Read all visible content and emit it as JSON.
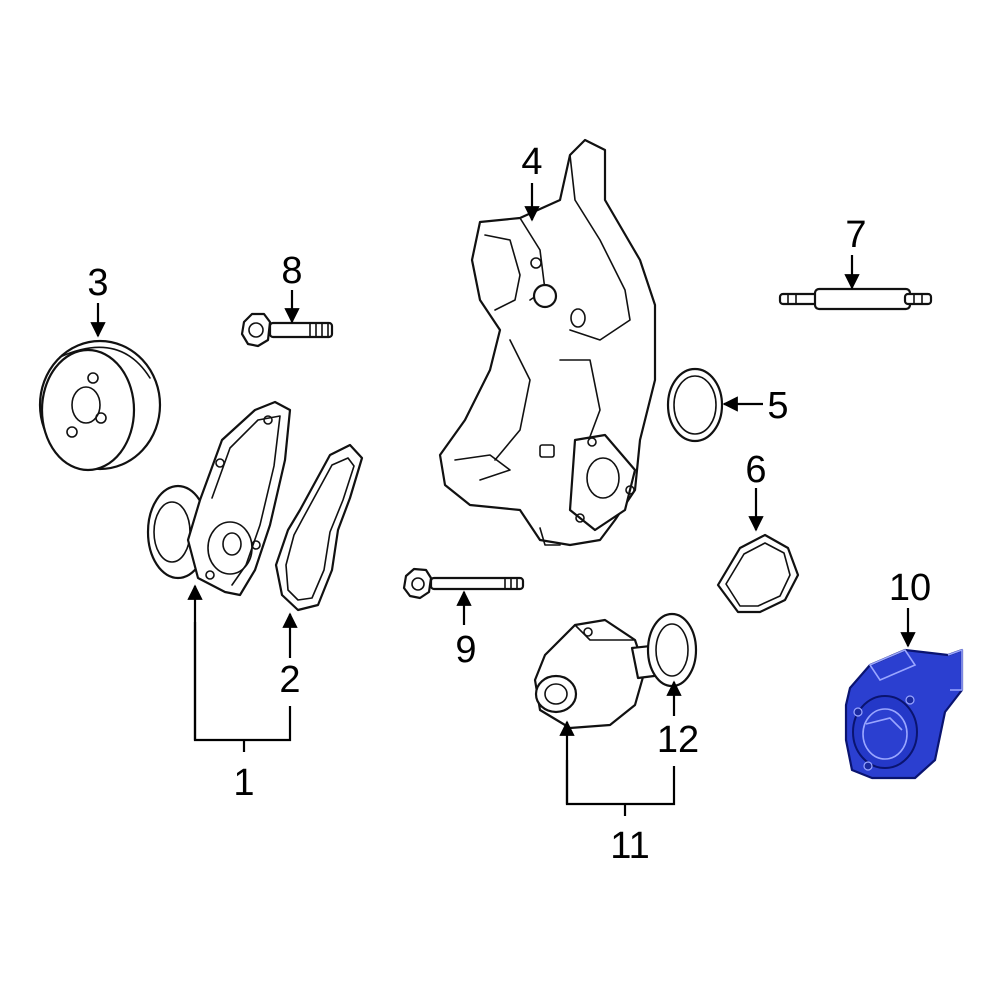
{
  "colors": {
    "line": "#111111",
    "highlight": "#2b3fd0",
    "highlight_stroke": "#0a1470",
    "background": "#ffffff"
  },
  "callouts": {
    "c1": "1",
    "c2": "2",
    "c3": "3",
    "c4": "4",
    "c5": "5",
    "c6": "6",
    "c7": "7",
    "c8": "8",
    "c9": "9",
    "c10": "10",
    "c11": "11",
    "c12": "12"
  },
  "highlighted_part": "10"
}
